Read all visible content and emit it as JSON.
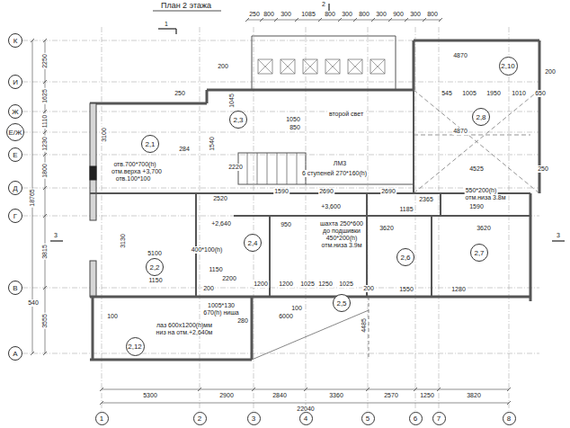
{
  "diagram": {
    "title": "План 2 этажа",
    "nodes": [
      {
        "text": [
          "К"
        ]
      },
      {
        "text": [
          "И"
        ]
      },
      {
        "text": [
          "Ж"
        ]
      },
      {
        "text": [
          "Е/Ж"
        ]
      },
      {
        "text": [
          "Е"
        ]
      },
      {
        "text": [
          "Д"
        ]
      },
      {
        "text": [
          "Г"
        ]
      },
      {
        "text": [
          "В"
        ]
      },
      {
        "text": [
          "А"
        ]
      },
      {
        "text": [
          "1"
        ]
      },
      {
        "text": [
          "2"
        ]
      },
      {
        "text": [
          "3"
        ]
      },
      {
        "text": [
          "4"
        ]
      },
      {
        "text": [
          "5"
        ]
      },
      {
        "text": [
          "6"
        ]
      },
      {
        "text": [
          "7"
        ]
      },
      {
        "text": [
          "8"
        ]
      },
      {
        "text": [
          "2,10"
        ]
      },
      {
        "text": [
          "2,3"
        ]
      },
      {
        "text": [
          "2,8"
        ]
      },
      {
        "text": [
          "2,1"
        ]
      },
      {
        "text": [
          "2,4"
        ]
      },
      {
        "text": [
          "2,6"
        ]
      },
      {
        "text": [
          "2,7"
        ]
      },
      {
        "text": [
          "2,2"
        ]
      },
      {
        "text": [
          "2,5"
        ]
      },
      {
        "text": [
          "2,12"
        ]
      }
    ],
    "labels": [
      "2",
      "1",
      "3",
      "3",
      "250",
      "800",
      "300",
      "1085",
      "800",
      "300",
      "800",
      "300",
      "900",
      "300",
      "800",
      "4870",
      "200",
      "545",
      "1005",
      "1950",
      "1010",
      "650",
      "4870",
      "200",
      "250",
      "1045",
      "1050",
      "850",
      "3100",
      "284",
      "1540",
      "2220",
      "ЛМ3",
      "6 ступеней 270*160(h)",
      "4525",
      "250",
      "второй свет",
      "отв.700*700(h)",
      "отм.верха +3,700",
      "отв.100*100",
      "2520",
      "1590",
      "2690",
      "2690",
      "2365",
      "550*200(h)",
      "отм.низа 3.8м",
      "1185",
      "1590",
      "+2,640",
      "+3,600",
      "950",
      "шахта 250*600",
      "до подшивки",
      "450*200(h)",
      "отм.низа 3.9м",
      "400*100(h)",
      "3130",
      "5100",
      "1150",
      "1150",
      "2200",
      "3620",
      "3620",
      "1280",
      "1550",
      "200",
      "1200",
      "1200",
      "1025",
      "1250",
      "1025",
      "200",
      "1005*130",
      "670(h) ниша",
      "280",
      "100",
      "6000",
      "лаз 600х1200(h)мм",
      "низ на отм.+2,640м",
      "540",
      "100",
      "4485",
      "2250",
      "1625",
      "1110",
      "1230",
      "1800",
      "3815",
      "3555",
      "18765",
      "5300",
      "2900",
      "2840",
      "3360",
      "2570",
      "1250",
      "3820",
      "22040"
    ]
  }
}
